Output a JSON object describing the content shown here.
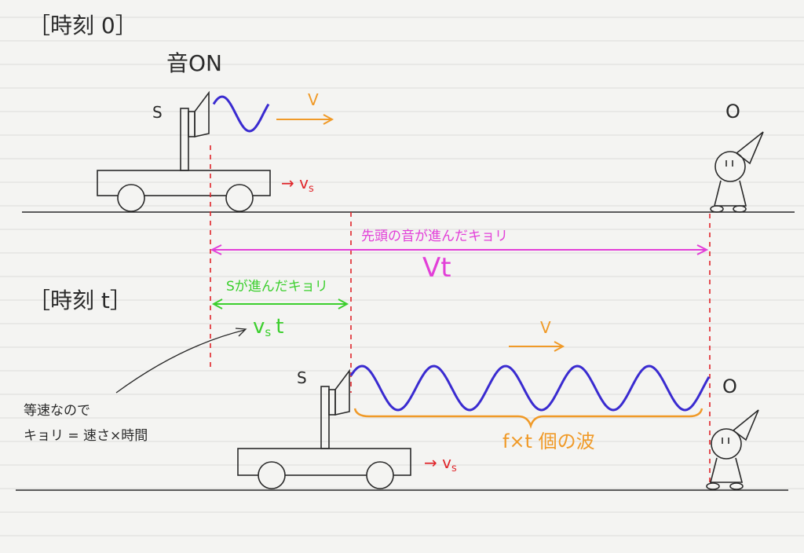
{
  "labels": {
    "time0": "［時刻 0］",
    "sound_on": "音ON",
    "source0": "S",
    "v0": "V",
    "vs0": "→ v",
    "vs0_sub": "s",
    "observer0": "O",
    "head_distance": "先頭の音が進んだキョリ",
    "vt": "Vt",
    "time_t": "［時刻 t］",
    "s_distance": "Sが進んだキョリ",
    "vst": "v",
    "vst_sub": "s",
    "vst_t": "t",
    "note_line1": "等速なので",
    "note_line2": "キョリ = 速さ×時間",
    "source_t": "S",
    "v_t": "V",
    "observer_t": "O",
    "wave_count": "f×t 個の波",
    "vs_t": "→ v",
    "vs_t_sub": "s"
  },
  "colors": {
    "ink": "#2a2a2a",
    "wave": "#3a2bd0",
    "arrow_orange": "#f09a28",
    "velocity_red": "#e0252a",
    "magenta": "#e23fd8",
    "green": "#3ccf2e",
    "ruled_line": "#d9d9d6"
  }
}
